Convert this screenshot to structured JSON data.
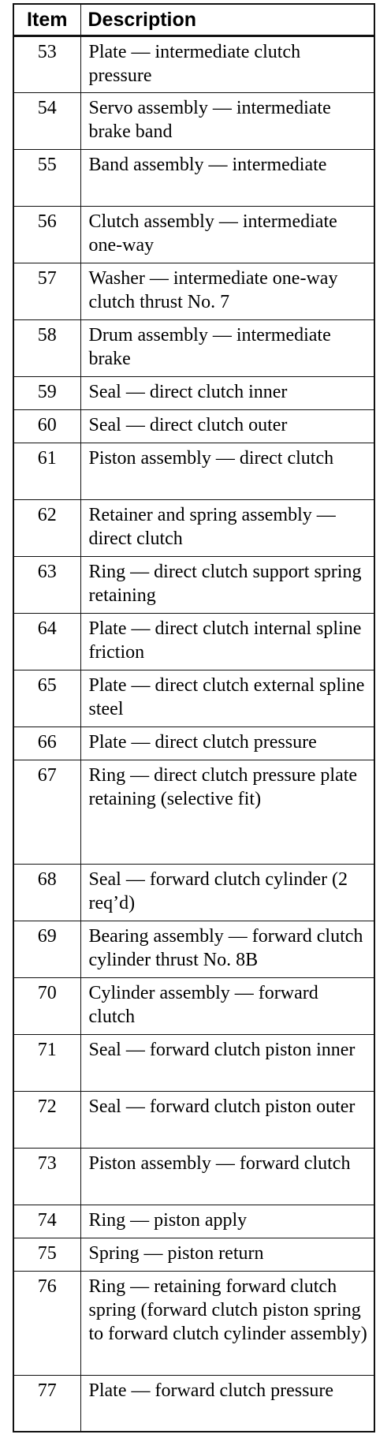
{
  "table": {
    "headers": {
      "item": "Item",
      "description": "Description"
    },
    "rows": [
      {
        "item": "53",
        "description": "Plate — intermediate clutch pressure",
        "lines": 2
      },
      {
        "item": "54",
        "description": "Servo assembly — intermediate brake band",
        "lines": 2
      },
      {
        "item": "55",
        "description": "Band assembly — intermediate",
        "lines": 2
      },
      {
        "item": "56",
        "description": "Clutch assembly — intermediate one-way",
        "lines": 2
      },
      {
        "item": "57",
        "description": "Washer — intermediate one-way clutch thrust No. 7",
        "lines": 2
      },
      {
        "item": "58",
        "description": "Drum assembly — intermediate brake",
        "lines": 2
      },
      {
        "item": "59",
        "description": "Seal — direct clutch inner",
        "lines": 1
      },
      {
        "item": "60",
        "description": "Seal — direct clutch outer",
        "lines": 1
      },
      {
        "item": "61",
        "description": "Piston assembly — direct clutch",
        "lines": 2
      },
      {
        "item": "62",
        "description": "Retainer and spring assembly — direct clutch",
        "lines": 2
      },
      {
        "item": "63",
        "description": "Ring — direct clutch support spring retaining",
        "lines": 2
      },
      {
        "item": "64",
        "description": "Plate — direct clutch internal spline friction",
        "lines": 2
      },
      {
        "item": "65",
        "description": "Plate — direct clutch external spline steel",
        "lines": 2
      },
      {
        "item": "66",
        "description": "Plate — direct clutch pressure",
        "lines": 1
      },
      {
        "item": "67",
        "description": "Ring — direct clutch pressure plate retaining (selective fit)",
        "lines": 3
      },
      {
        "item": "68",
        "description": "Seal — forward clutch cylinder (2 req’d)",
        "lines": 2
      },
      {
        "item": "69",
        "description": "Bearing assembly — forward clutch cylinder thrust No. 8B",
        "lines": 2
      },
      {
        "item": "70",
        "description": "Cylinder assembly — forward clutch",
        "lines": 2
      },
      {
        "item": "71",
        "description": "Seal — forward clutch piston inner",
        "lines": 2
      },
      {
        "item": "72",
        "description": "Seal — forward clutch piston outer",
        "lines": 2
      },
      {
        "item": "73",
        "description": "Piston assembly — forward clutch",
        "lines": 2
      },
      {
        "item": "74",
        "description": "Ring — piston apply",
        "lines": 1
      },
      {
        "item": "75",
        "description": "Spring — piston return",
        "lines": 1
      },
      {
        "item": "76",
        "description": "Ring — retaining forward clutch spring (forward clutch piston spring to forward clutch cylinder assembly)",
        "lines": 4
      },
      {
        "item": "77",
        "description": "Plate — forward clutch pressure",
        "lines": 2
      }
    ]
  }
}
